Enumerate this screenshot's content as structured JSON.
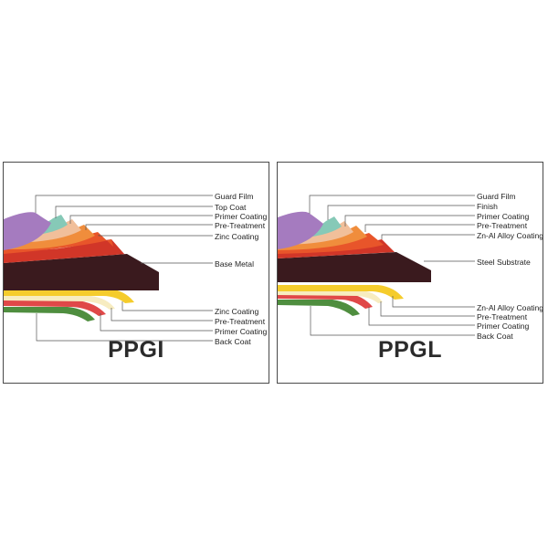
{
  "panels": [
    {
      "title": "PPGI",
      "labels": [
        "Guard Film",
        "Top Coat",
        "Primer Coating",
        "Pre-Treatment",
        "Zinc Coating",
        "Base Metal",
        "Zinc Coating",
        "Pre-Treatment",
        "Primer Coating",
        "Back Coat"
      ]
    },
    {
      "title": "PPGL",
      "labels": [
        "Guard Film",
        "Finish",
        "Primer Coating",
        "Pre-Treatment",
        "Zn-Al Alloy Coating",
        "Steel Substrate",
        "Zn-Al Alloy Coating",
        "Pre-Treatment",
        "Primer Coating",
        "Back Coat"
      ]
    }
  ],
  "layer_colors": {
    "guard_film": "#a57bbf",
    "top_coat": "#86c9b7",
    "primer": "#f1bf9a",
    "pre_treatment": "#f08d3c",
    "zinc_top": "#e8552a",
    "zinc_mid": "#d13628",
    "base_metal": "#3a1a1e",
    "zinc_bottom": "#f5cc2c",
    "pre_treatment_bottom": "#f7ecc0",
    "primer_bottom": "#e04848",
    "back_coat": "#4f8e3f"
  }
}
